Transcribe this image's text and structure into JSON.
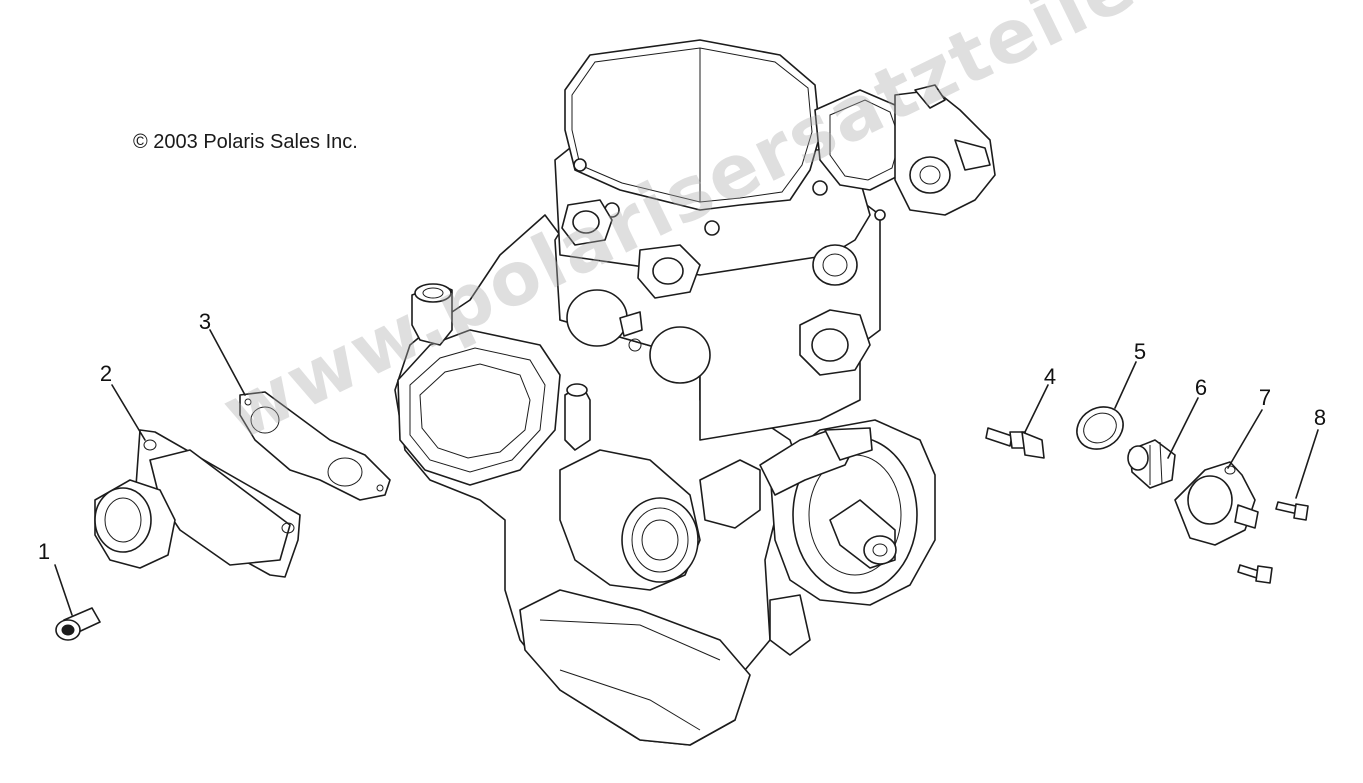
{
  "copyright": "© 2003 Polaris Sales Inc.",
  "watermark": "www.polarisersatzteile.de",
  "callouts": [
    {
      "label": "1"
    },
    {
      "label": "2"
    },
    {
      "label": "3"
    },
    {
      "label": "4"
    },
    {
      "label": "5"
    },
    {
      "label": "6"
    },
    {
      "label": "7"
    },
    {
      "label": "8"
    }
  ],
  "colors": {
    "line": "#1c1c1c",
    "background": "#ffffff",
    "watermark": "#aaaaaa"
  }
}
